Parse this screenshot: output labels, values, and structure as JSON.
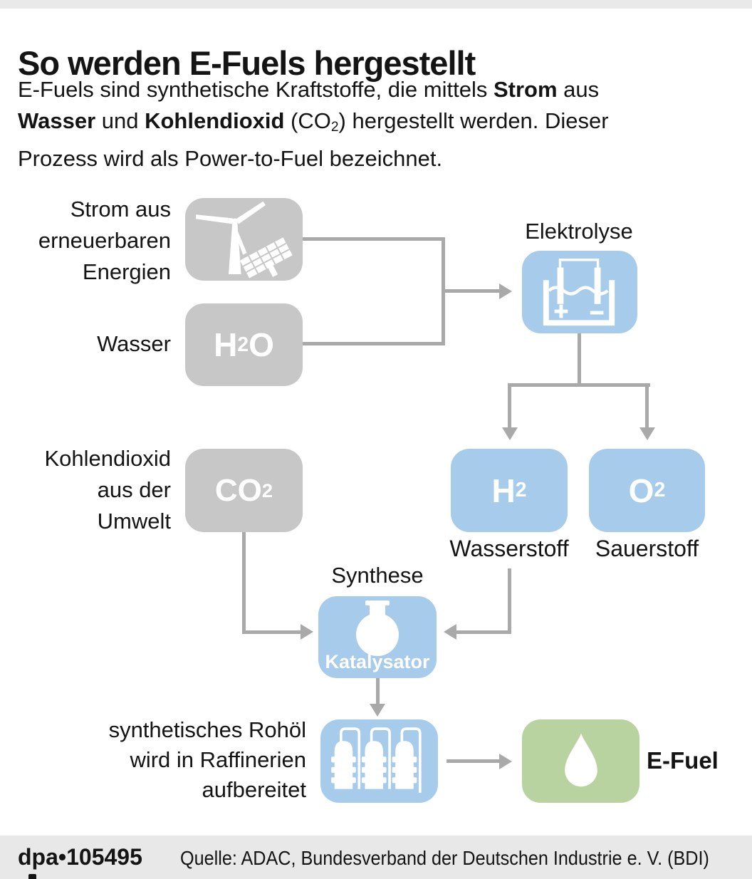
{
  "page": {
    "title": "So werden E-Fuels hergestellt"
  },
  "intro": {
    "l1a": "E-Fuels sind synthetische Kraftstoffe, die mittels ",
    "l1b": "Strom",
    "l1c": " aus",
    "l2a": "Wasser",
    "l2b": " und ",
    "l2c": "Kohlendioxid",
    "l2d": " (CO",
    "l2sub": "2",
    "l2e": ") hergestellt werden. Dieser",
    "l3": "Prozess wird als Power-to-Fuel bezeichnet."
  },
  "nodes": {
    "strom_label": {
      "line1": "Strom aus",
      "line2": "erneuerbaren",
      "line3": "Energien"
    },
    "wasser_label": "Wasser",
    "h2o": {
      "pre": "H",
      "sub": "2",
      "post": "O"
    },
    "elektrolyse_label": "Elektrolyse",
    "h2": {
      "pre": "H",
      "sub": "2"
    },
    "o2": {
      "pre": "O",
      "sub": "2"
    },
    "wasserstoff_label": "Wasserstoff",
    "sauerstoff_label": "Sauerstoff",
    "co2_label": {
      "line1": "Kohlendioxid",
      "line2": "aus der",
      "line3": "Umwelt"
    },
    "co2": {
      "pre": "CO",
      "sub": "2"
    },
    "synthese_label": "Synthese",
    "katalysator_label": "Katalysator",
    "rohoel_label": {
      "line1": "synthetisches Rohöl",
      "line2": "wird in Raffinerien",
      "line3": "aufbereitet"
    },
    "efuel_label": "E-Fuel"
  },
  "icons": {
    "wind_solar": "wind-turbine-solar-panel-icon",
    "electrolysis": "electrolysis-cell-icon",
    "flask": "catalyst-flask-icon",
    "refinery": "refinery-columns-icon",
    "drop": "fuel-drop-icon"
  },
  "footer": {
    "credit": "dpa•105495",
    "source": "Quelle: ADAC, Bundesverband der Deutschen Industrie e. V. (BDI)"
  },
  "colors": {
    "blue": "#a7cbea",
    "gray_box": "#c7c7c7",
    "green": "#b9d3a0",
    "line_gray": "#a9a9a9",
    "footer_bg": "#e8e8e8",
    "top_strip": "#e9e9e9"
  }
}
